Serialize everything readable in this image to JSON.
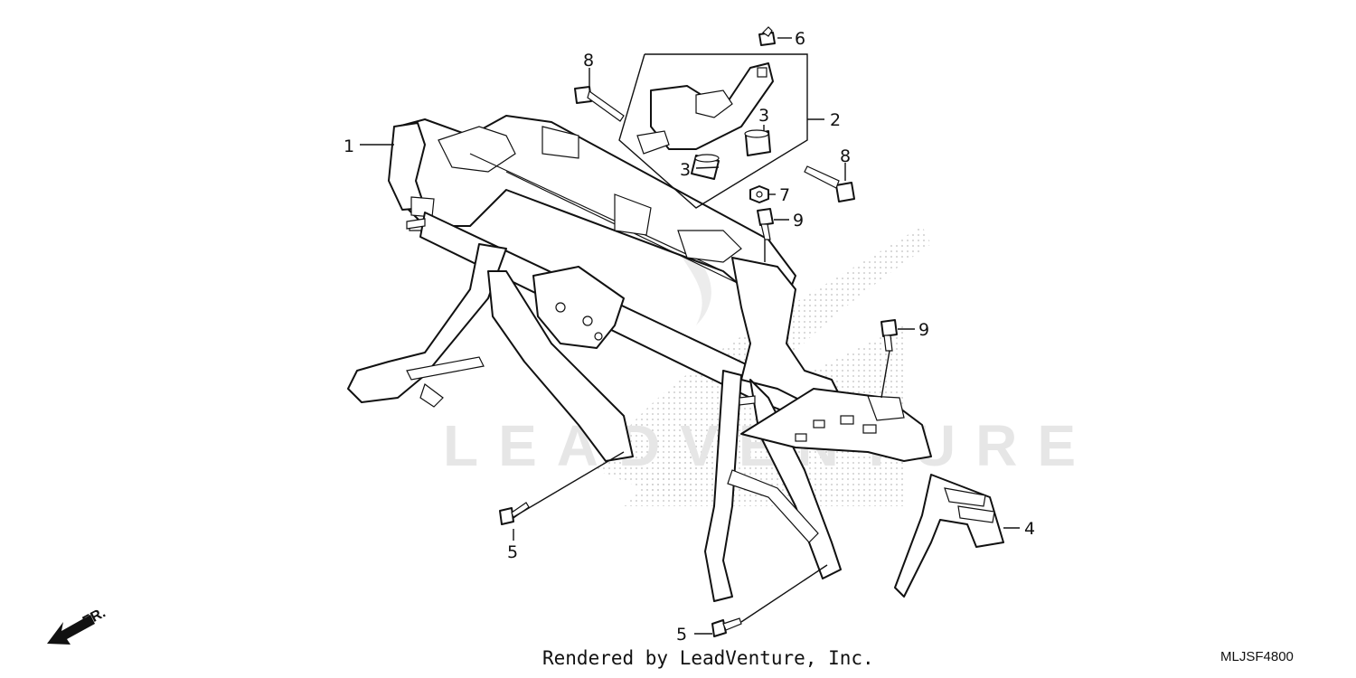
{
  "diagram": {
    "callouts": [
      "1",
      "2",
      "3",
      "3",
      "4",
      "5",
      "5",
      "6",
      "7",
      "8",
      "8",
      "9",
      "9"
    ],
    "front_arrow_label": "FR.",
    "footer_credit": "Rendered by LeadVenture, Inc.",
    "diagram_code": "MLJSF4800",
    "watermark_text": "LEADVENTURE"
  }
}
